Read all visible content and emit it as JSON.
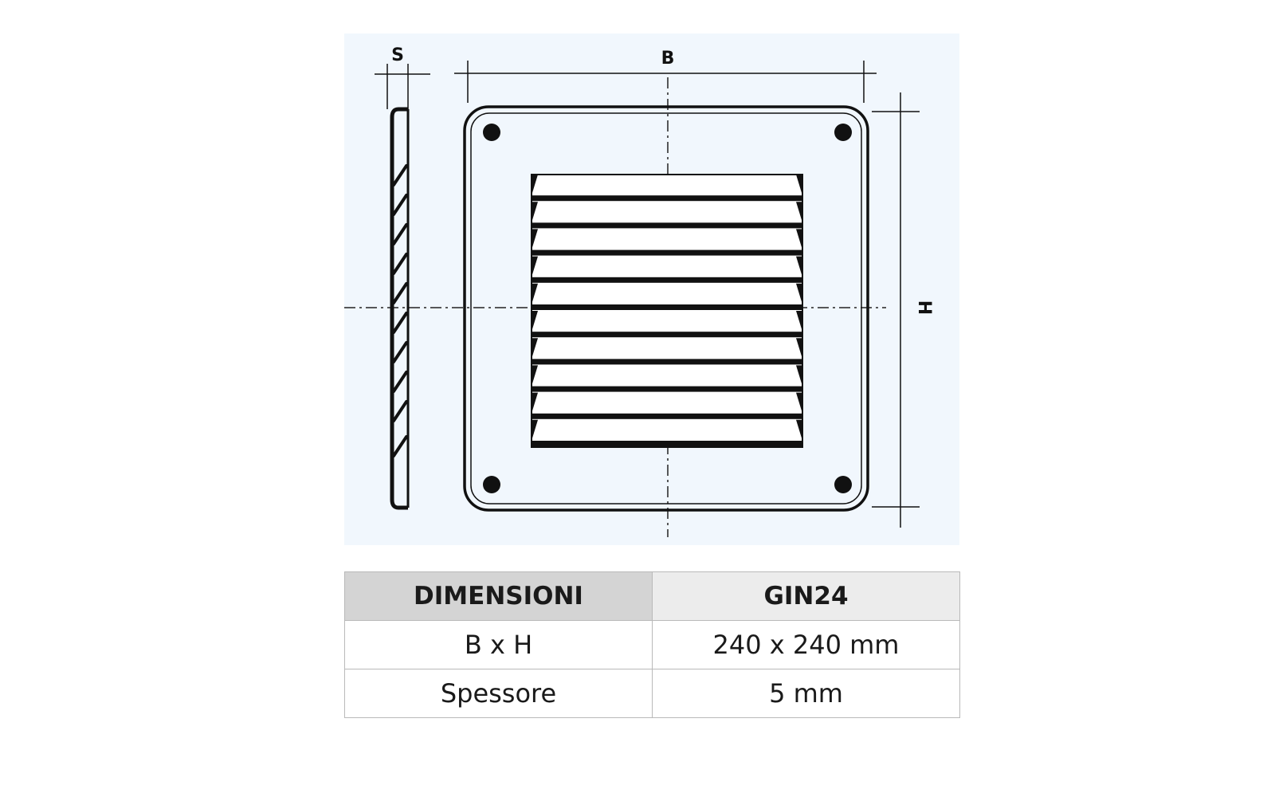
{
  "diagram": {
    "labels": {
      "thickness": "S",
      "width": "B",
      "height": "H"
    },
    "colors": {
      "panel_bg": "#f1f7fd",
      "line": "#111111"
    },
    "icon": "ventilation-grille-technical-drawing",
    "louver_count": 10
  },
  "table": {
    "headers": [
      "DIMENSIONI",
      "GIN24"
    ],
    "rows": [
      [
        "B x H",
        "240 x 240 mm"
      ],
      [
        "Spessore",
        "5 mm"
      ]
    ],
    "colors": {
      "header_left": "#d4d4d4",
      "header_right": "#ececec",
      "border": "#b9b9b9"
    }
  }
}
